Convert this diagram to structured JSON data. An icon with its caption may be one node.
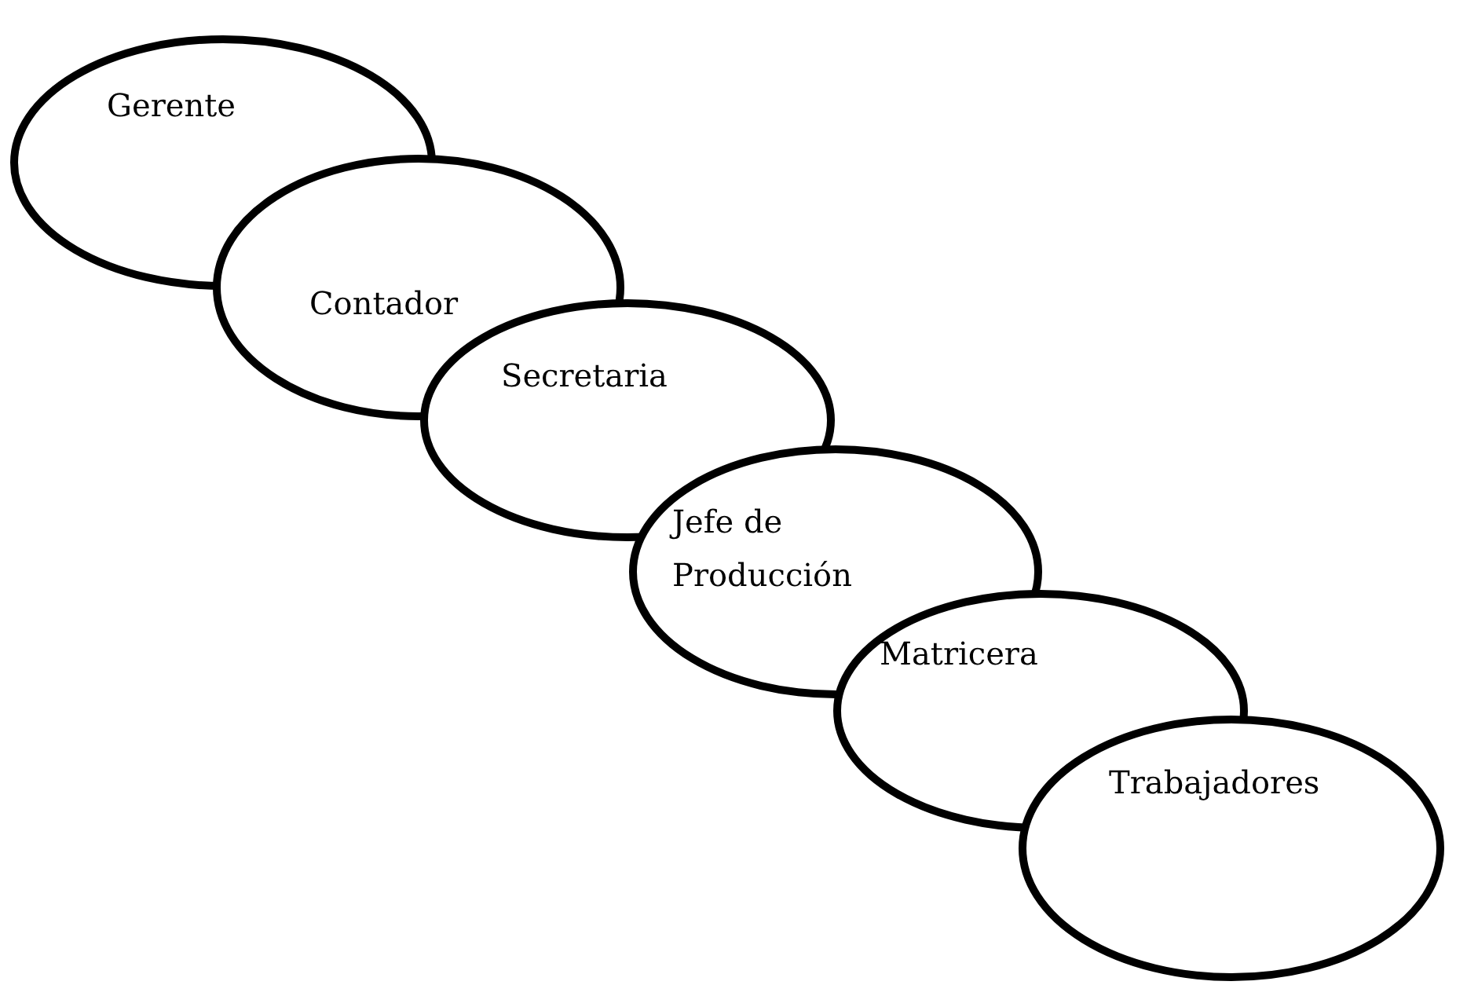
{
  "diagram": {
    "nodes": [
      {
        "text": [
          "Gerente"
        ]
      },
      {
        "text": [
          "Contador"
        ]
      },
      {
        "text": [
          "Secretaria"
        ]
      },
      {
        "text": [
          "Jefe de Producción"
        ]
      },
      {
        "text": [
          "Matricera"
        ]
      },
      {
        "text": [
          "Trabajadores"
        ]
      }
    ]
  }
}
